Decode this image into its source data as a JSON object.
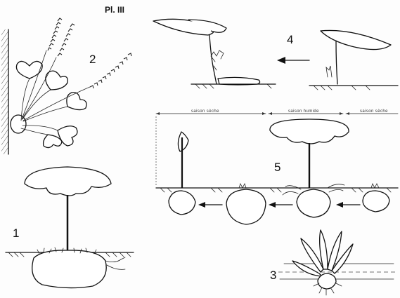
{
  "plate": {
    "title": "Pl. III",
    "figures": [
      {
        "number": "1"
      },
      {
        "number": "2"
      },
      {
        "number": "3"
      },
      {
        "number": "4"
      },
      {
        "number": "5"
      }
    ],
    "seasons": [
      "saison sèche",
      "saison humide",
      "saison sèche"
    ]
  }
}
